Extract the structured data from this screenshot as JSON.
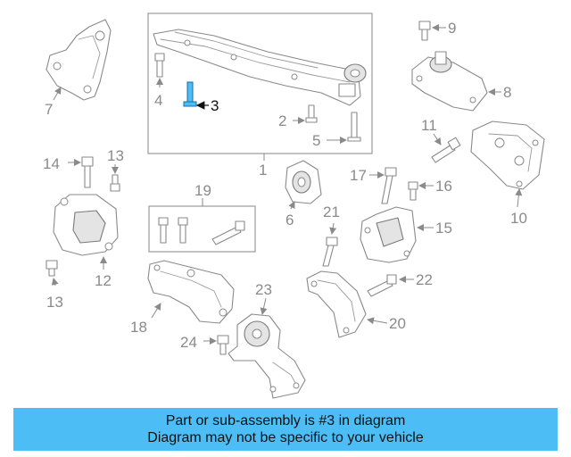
{
  "callouts": {
    "c1": "1",
    "c2": "2",
    "c3": "3",
    "c4": "4",
    "c5": "5",
    "c6": "6",
    "c7": "7",
    "c8": "8",
    "c9": "9",
    "c10": "10",
    "c11": "11",
    "c12": "12",
    "c13a": "13",
    "c13b": "13",
    "c14": "14",
    "c15": "15",
    "c16": "16",
    "c17": "17",
    "c18": "18",
    "c19": "19",
    "c20": "20",
    "c21": "21",
    "c22": "22",
    "c23": "23",
    "c24": "24"
  },
  "highlight": {
    "part_number": "3",
    "color": "#4dbdf5"
  },
  "banner": {
    "line1": "Part or sub-assembly is #3 in diagram",
    "line2": "Diagram may not be specific to your vehicle",
    "color": "#4dbdf5"
  }
}
